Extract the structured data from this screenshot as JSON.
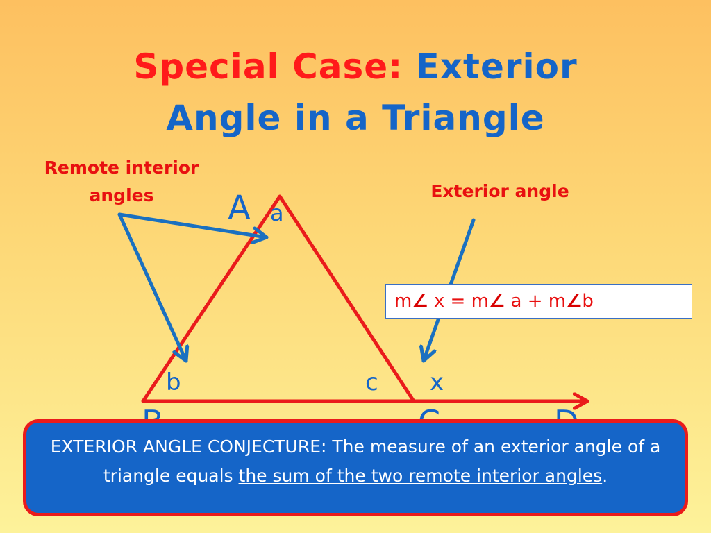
{
  "title": {
    "part1": "Special Case:",
    "part2": "Exterior",
    "line2": "Angle in a Triangle"
  },
  "labels": {
    "remote_line1": "Remote interior",
    "remote_line2": "angles",
    "exterior": "Exterior angle"
  },
  "diagram": {
    "vertex_top": "A",
    "vertex_left": "B",
    "vertex_right": "C",
    "vertex_far": "D",
    "angle_a": "a",
    "angle_b": "b",
    "angle_c": "c",
    "angle_x": "x"
  },
  "formula": {
    "m1": "m",
    "var1": "x = m",
    "var2": "a + m",
    "var3": "b",
    "angle_symbol": "∠"
  },
  "conjecture": {
    "lead": "EXTERIOR ANGLE CONJECTURE:  The measure of an exterior angle of a triangle equals ",
    "emphasis": "the sum of the two remote interior angles",
    "end": "."
  },
  "colors": {
    "red": "#ff1a1a",
    "blue": "#1565c8",
    "triangle": "#ea1b1b",
    "arrow": "#1a70c0"
  }
}
